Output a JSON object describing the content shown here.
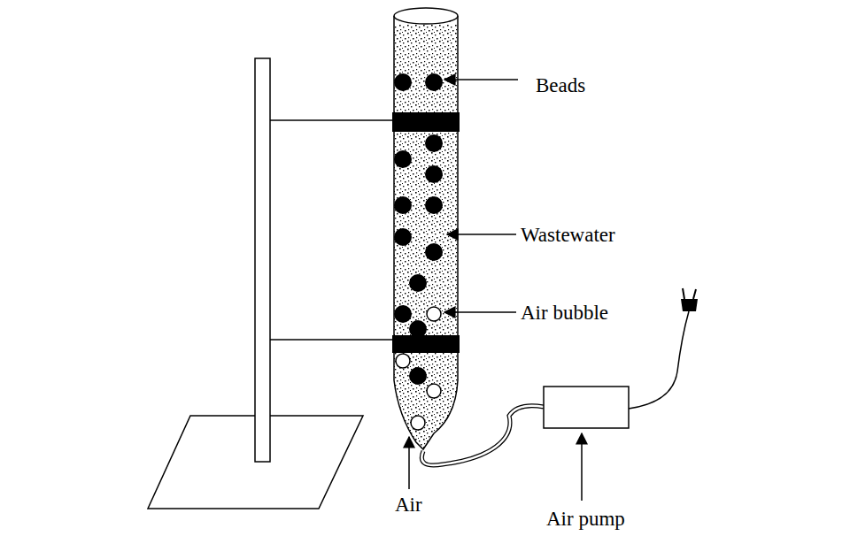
{
  "diagram": {
    "labels": [
      "Beads",
      "Wastewater",
      "Air bubble",
      "Air",
      "Air pump"
    ]
  }
}
